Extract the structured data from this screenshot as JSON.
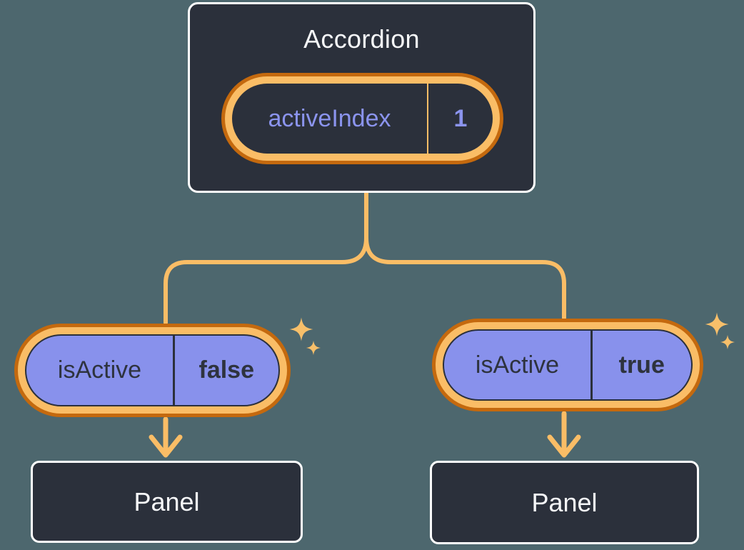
{
  "accordion": {
    "title": "Accordion",
    "state": {
      "name": "activeIndex",
      "value": "1"
    }
  },
  "children": [
    {
      "prop": {
        "name": "isActive",
        "value": "false"
      },
      "panel": "Panel"
    },
    {
      "prop": {
        "name": "isActive",
        "value": "true"
      },
      "panel": "Panel"
    }
  ],
  "colors": {
    "background": "#4D676E",
    "node_fill": "#2B303B",
    "node_border": "#FFFFFF",
    "pill_purple": "#8891EC",
    "highlight_ring_light": "#FABD66",
    "highlight_ring_dark": "#C4690E",
    "connector": "#FABD66",
    "sparkle": "#F7BF6A",
    "text_light": "#F6F7F9",
    "text_dark": "#2E333E",
    "text_purple": "#8B94EE"
  }
}
